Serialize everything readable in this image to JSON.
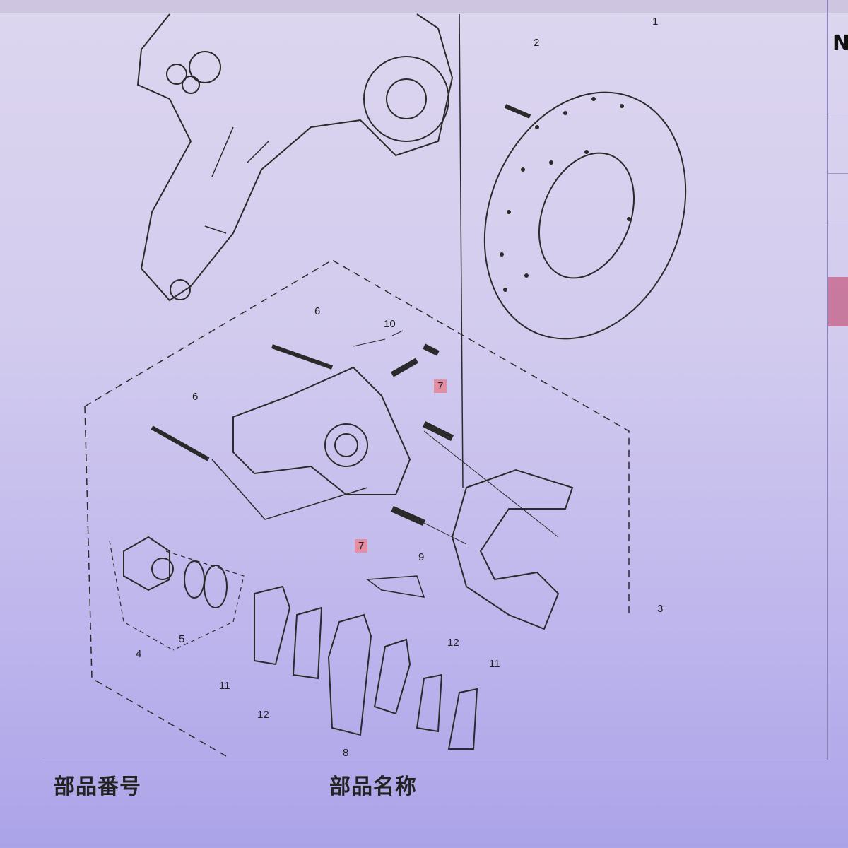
{
  "header": {
    "col_n": "N"
  },
  "table": {
    "part_number_header": "部品番号",
    "part_name_header": "部品名称"
  },
  "callouts": {
    "c1": "1",
    "c2": "2",
    "c3": "3",
    "c4": "4",
    "c5": "5",
    "c6a": "6",
    "c6b": "6",
    "c7a": "7",
    "c7b": "7",
    "c8": "8",
    "c9": "9",
    "c10": "10",
    "c11a": "11",
    "c11b": "11",
    "c12a": "12",
    "c12b": "12"
  },
  "colors": {
    "highlight": "#e38ea2",
    "background": "#d2cbee"
  }
}
